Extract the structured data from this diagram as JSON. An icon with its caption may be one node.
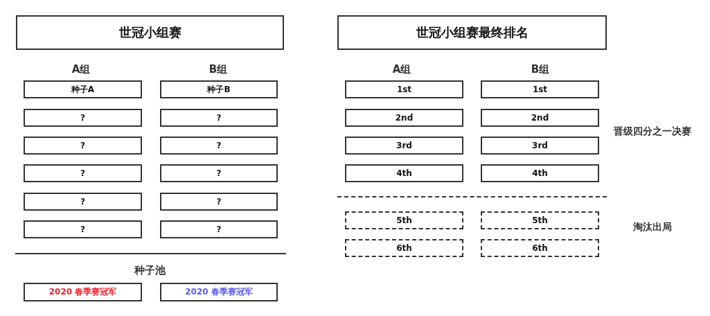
{
  "diagram": {
    "nodes": [
      {
        "text": [
          "世冠小组赛"
        ]
      },
      {
        "text": [
          "世冠小组赛最终排名"
        ]
      },
      {
        "text": [
          "种子A"
        ]
      },
      {
        "text": [
          "种子B"
        ]
      },
      {
        "text": [
          "?"
        ]
      },
      {
        "text": [
          "?"
        ]
      },
      {
        "text": [
          "?"
        ]
      },
      {
        "text": [
          "?"
        ]
      },
      {
        "text": [
          "?"
        ]
      },
      {
        "text": [
          "?"
        ]
      },
      {
        "text": [
          "?"
        ]
      },
      {
        "text": [
          "?"
        ]
      },
      {
        "text": [
          "?"
        ]
      },
      {
        "text": [
          "?"
        ]
      },
      {
        "text": [
          "2020 春季赛冠军"
        ]
      },
      {
        "text": [
          "2020 春季赛冠军"
        ]
      },
      {
        "text": [
          "1st"
        ]
      },
      {
        "text": [
          "1st"
        ]
      },
      {
        "text": [
          "2nd"
        ]
      },
      {
        "text": [
          "2nd"
        ]
      },
      {
        "text": [
          "3rd"
        ]
      },
      {
        "text": [
          "3rd"
        ]
      },
      {
        "text": [
          "4th"
        ]
      },
      {
        "text": [
          "4th"
        ]
      },
      {
        "text": [
          "5th"
        ]
      },
      {
        "text": [
          "5th"
        ]
      },
      {
        "text": [
          "6th"
        ]
      },
      {
        "text": [
          "6th"
        ]
      }
    ],
    "labels": [
      "A组",
      "B组",
      "A组",
      "B组",
      "晋级四分之一决赛",
      "淘汰出局",
      "种子池"
    ]
  }
}
